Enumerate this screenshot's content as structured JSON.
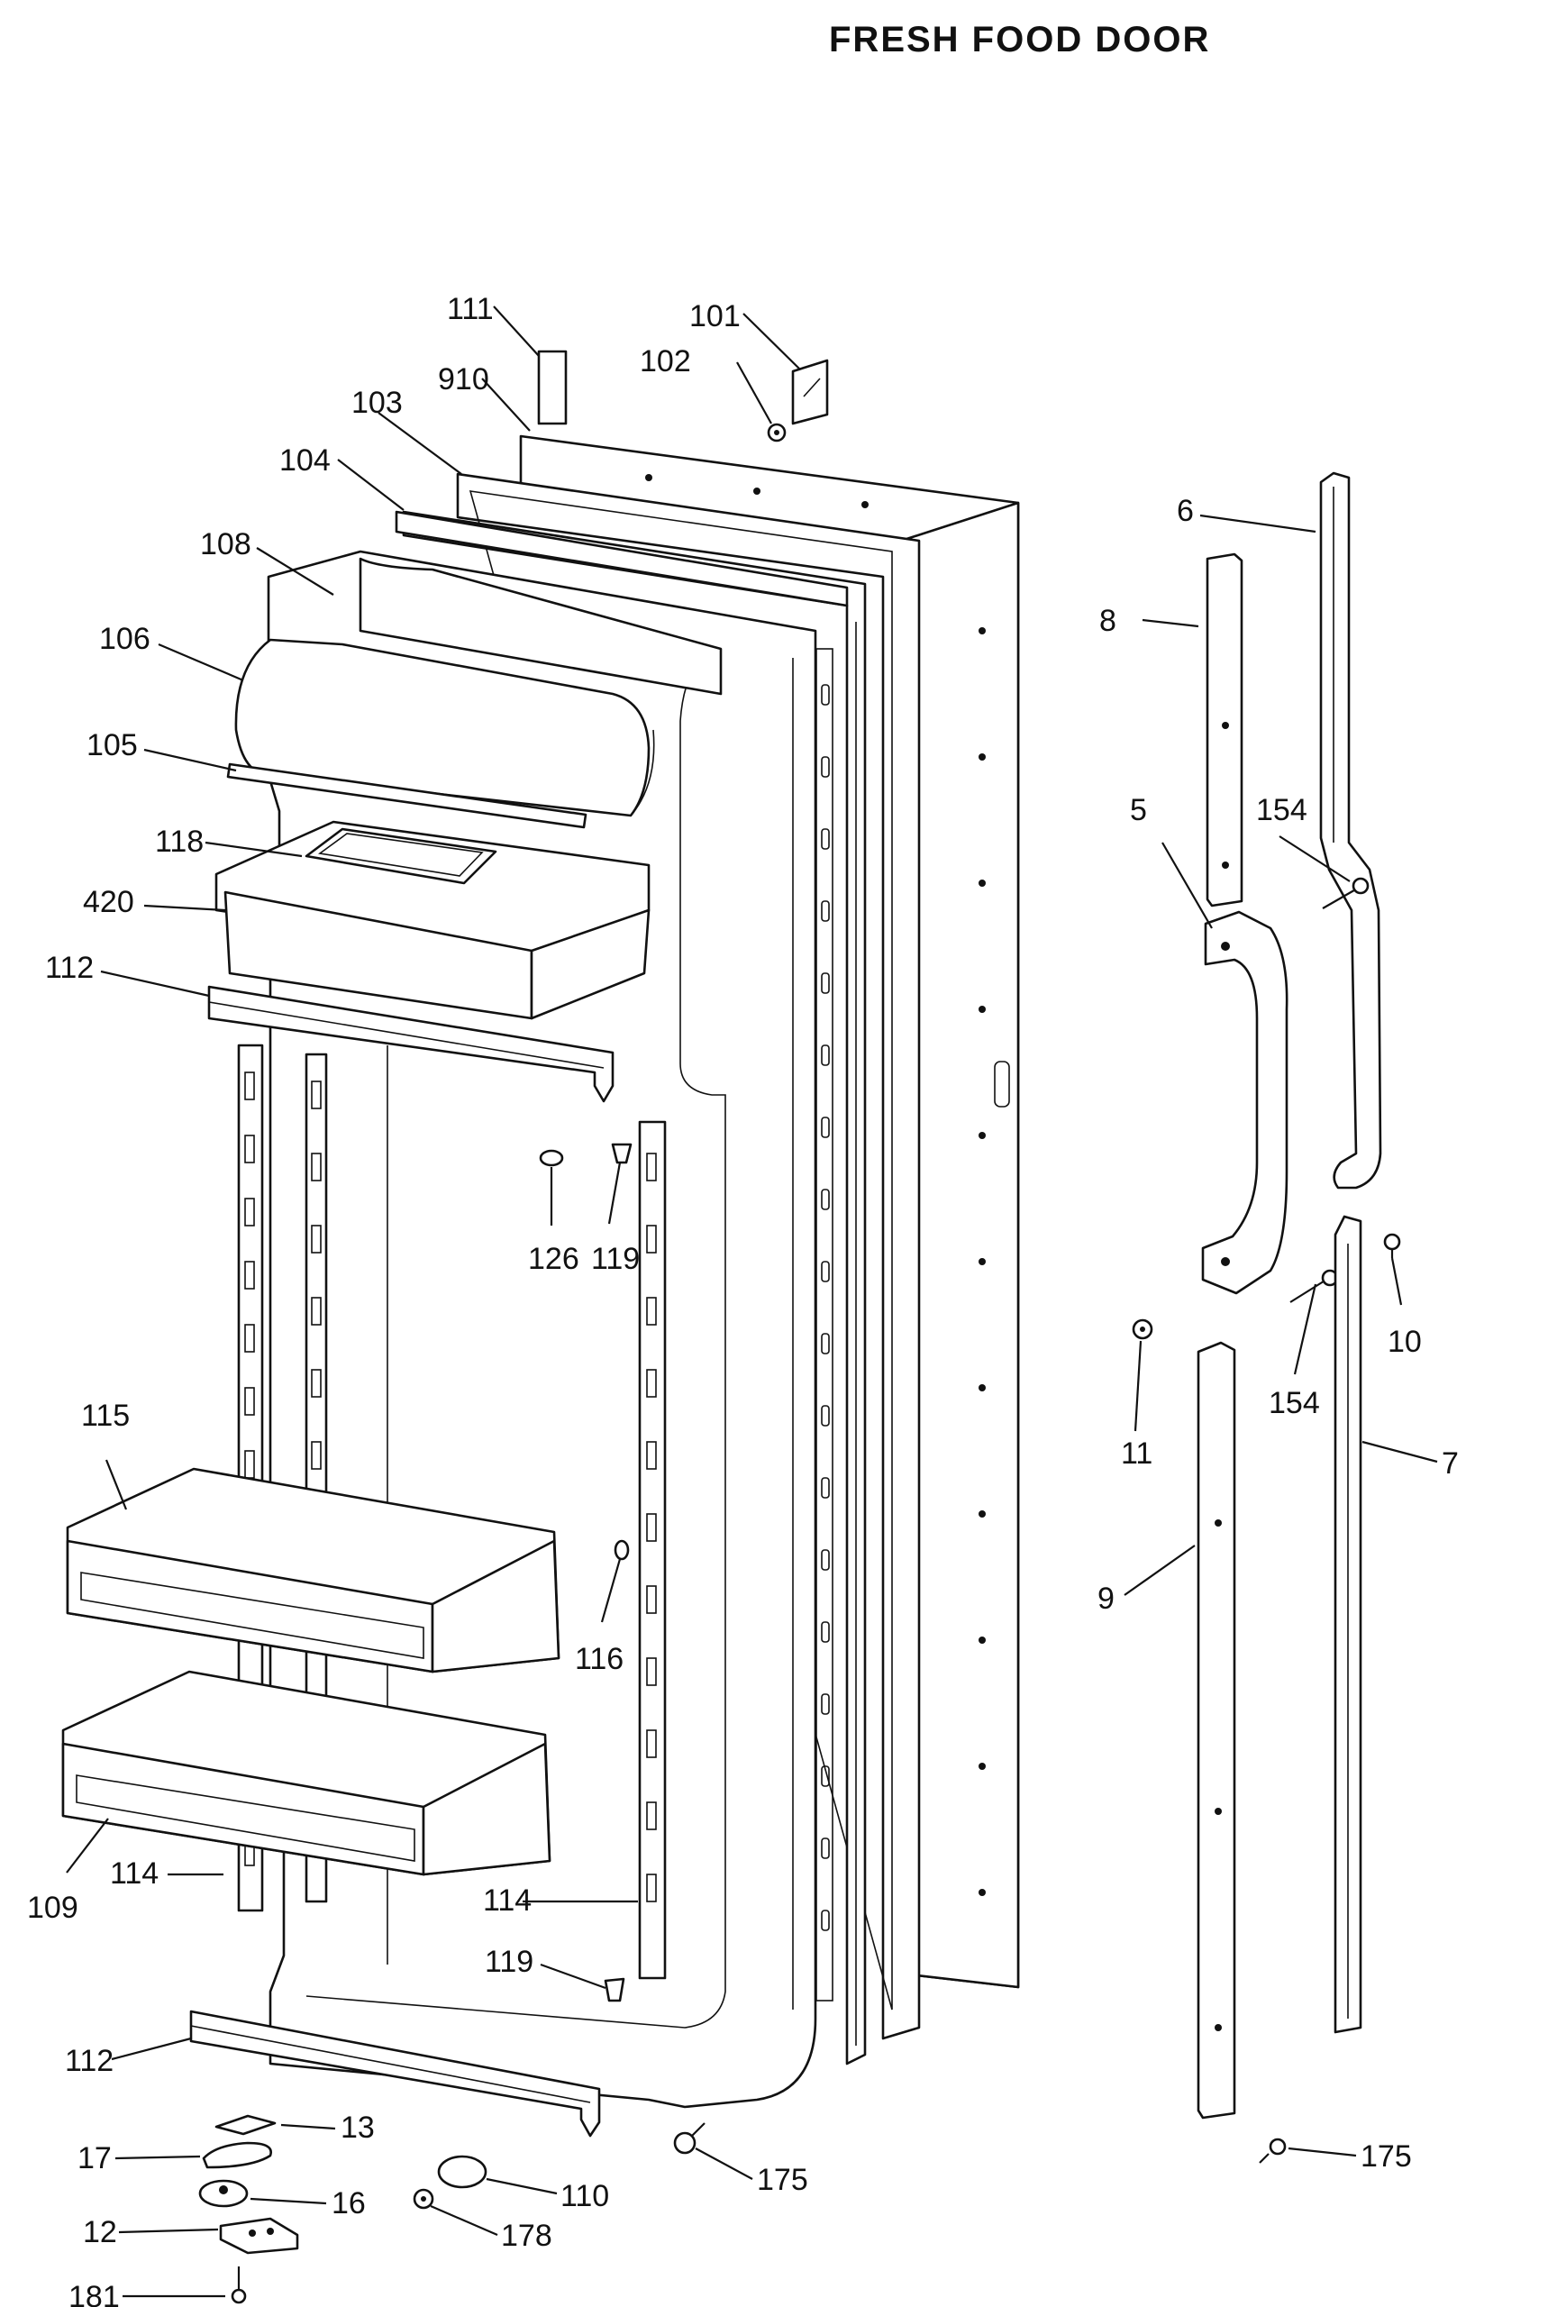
{
  "title": "FRESH FOOD DOOR",
  "labels": {
    "l111": "111",
    "l101": "101",
    "l910": "910",
    "l102": "102",
    "l103": "103",
    "l104": "104",
    "l108": "108",
    "l106": "106",
    "l105": "105",
    "l118": "118",
    "l420": "420",
    "l112a": "112",
    "l126": "126",
    "l119a": "119",
    "l115": "115",
    "l116": "116",
    "l109": "109",
    "l114a": "114",
    "l114b": "114",
    "l119b": "119",
    "l112b": "112",
    "l13": "13",
    "l17": "17",
    "l16": "16",
    "l110": "110",
    "l12": "12",
    "l178": "178",
    "l175a": "175",
    "l181": "181",
    "l6": "6",
    "l8": "8",
    "l5": "5",
    "l154a": "154",
    "l10": "10",
    "l154b": "154",
    "l11": "11",
    "l7": "7",
    "l9": "9",
    "l175b": "175"
  }
}
